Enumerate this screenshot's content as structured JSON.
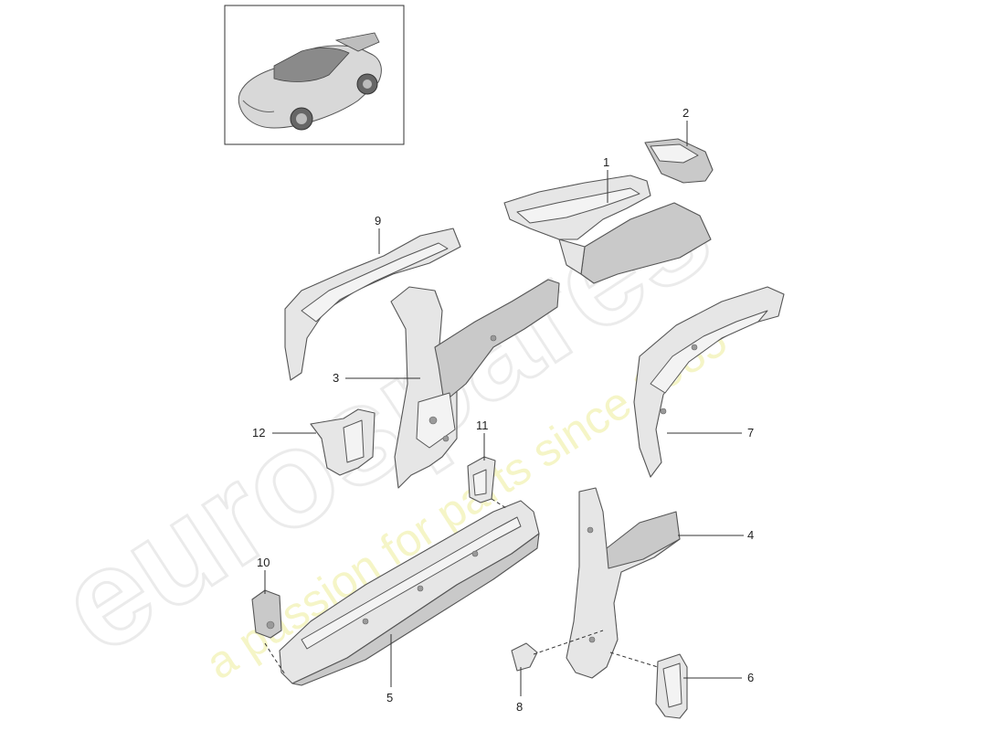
{
  "watermark": {
    "brand": "eurospares",
    "tagline": "a passion for parts since 1985"
  },
  "thumbnail": {
    "icon": "car-icon"
  },
  "callouts": [
    {
      "id": "c1",
      "label": "1"
    },
    {
      "id": "c2",
      "label": "2"
    },
    {
      "id": "c3",
      "label": "3"
    },
    {
      "id": "c4",
      "label": "4"
    },
    {
      "id": "c5",
      "label": "5"
    },
    {
      "id": "c6",
      "label": "6"
    },
    {
      "id": "c7",
      "label": "7"
    },
    {
      "id": "c8",
      "label": "8"
    },
    {
      "id": "c9",
      "label": "9"
    },
    {
      "id": "c10",
      "label": "10"
    },
    {
      "id": "c11",
      "label": "11"
    },
    {
      "id": "c12",
      "label": "12"
    }
  ]
}
